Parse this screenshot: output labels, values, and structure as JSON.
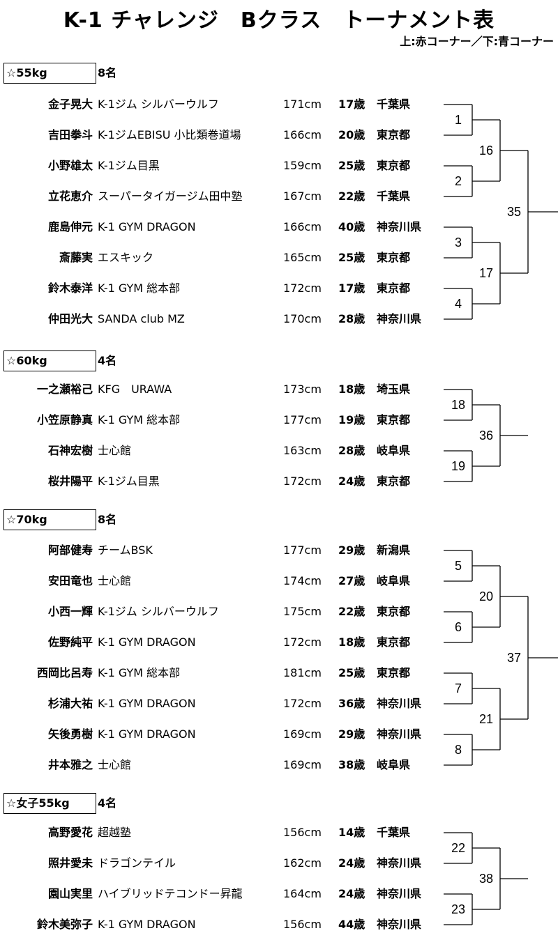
{
  "title": "K-1 チャレンジ　Bクラス　トーナメント表",
  "subtitle": "上:赤コーナー／下:青コーナー",
  "sections": [
    {
      "label": "☆55kg",
      "count": "8名",
      "players": [
        {
          "name": "金子晃大",
          "gym": "K-1ジム シルバーウルフ",
          "height": "171cm",
          "age": "17歳",
          "pref": "千葉県"
        },
        {
          "name": "吉田拳斗",
          "gym": "K-1ジムEBISU 小比類巻道場",
          "height": "166cm",
          "age": "20歳",
          "pref": "東京都"
        },
        {
          "name": "小野雄太",
          "gym": "K-1ジム目黒",
          "height": "159cm",
          "age": "25歳",
          "pref": "東京都"
        },
        {
          "name": "立花恵介",
          "gym": "スーパータイガージム田中塾",
          "height": "167cm",
          "age": "22歳",
          "pref": "千葉県"
        },
        {
          "name": "鹿島伸元",
          "gym": "K-1 GYM DRAGON",
          "height": "166cm",
          "age": "40歳",
          "pref": "神奈川県"
        },
        {
          "name": "斎藤実",
          "gym": "エスキック",
          "height": "165cm",
          "age": "25歳",
          "pref": "東京都"
        },
        {
          "name": "鈴木泰洋",
          "gym": "K-1 GYM 総本部",
          "height": "172cm",
          "age": "17歳",
          "pref": "東京都"
        },
        {
          "name": "仲田光大",
          "gym": "SANDA club MZ",
          "height": "170cm",
          "age": "28歳",
          "pref": "神奈川県"
        }
      ],
      "matches": [
        [
          "1",
          "2",
          "3",
          "4"
        ],
        [
          "16",
          "17"
        ],
        [
          "35"
        ]
      ]
    },
    {
      "label": "☆60kg",
      "count": "4名",
      "players": [
        {
          "name": "一之瀬裕己",
          "gym": "KFG　URAWA",
          "height": "173cm",
          "age": "18歳",
          "pref": "埼玉県"
        },
        {
          "name": "小笠原静真",
          "gym": "K-1 GYM 総本部",
          "height": "177cm",
          "age": "19歳",
          "pref": "東京都"
        },
        {
          "name": "石神宏樹",
          "gym": "士心館",
          "height": "163cm",
          "age": "28歳",
          "pref": "岐阜県"
        },
        {
          "name": "桜井陽平",
          "gym": "K-1ジム目黒",
          "height": "172cm",
          "age": "24歳",
          "pref": "東京都"
        }
      ],
      "matches": [
        [
          "18",
          "19"
        ],
        [
          "36"
        ]
      ]
    },
    {
      "label": "☆70kg",
      "count": "8名",
      "players": [
        {
          "name": "阿部健寿",
          "gym": "チームBSK",
          "height": "177cm",
          "age": "29歳",
          "pref": "新潟県"
        },
        {
          "name": "安田竜也",
          "gym": "士心館",
          "height": "174cm",
          "age": "27歳",
          "pref": "岐阜県"
        },
        {
          "name": "小西一輝",
          "gym": "K-1ジム シルバーウルフ",
          "height": "175cm",
          "age": "22歳",
          "pref": "東京都"
        },
        {
          "name": "佐野純平",
          "gym": "K-1 GYM DRAGON",
          "height": "172cm",
          "age": "18歳",
          "pref": "東京都"
        },
        {
          "name": "西岡比呂寿",
          "gym": "K-1 GYM 総本部",
          "height": "181cm",
          "age": "25歳",
          "pref": "東京都"
        },
        {
          "name": "杉浦大祐",
          "gym": "K-1 GYM DRAGON",
          "height": "172cm",
          "age": "36歳",
          "pref": "神奈川県"
        },
        {
          "name": "矢後勇樹",
          "gym": "K-1 GYM DRAGON",
          "height": "169cm",
          "age": "29歳",
          "pref": "神奈川県"
        },
        {
          "name": "井本雅之",
          "gym": "士心館",
          "height": "169cm",
          "age": "38歳",
          "pref": "岐阜県"
        }
      ],
      "matches": [
        [
          "5",
          "6",
          "7",
          "8"
        ],
        [
          "20",
          "21"
        ],
        [
          "37"
        ]
      ]
    },
    {
      "label": "☆女子55kg",
      "count": "4名",
      "players": [
        {
          "name": "高野愛花",
          "gym": "超越塾",
          "height": "156cm",
          "age": "14歳",
          "pref": "千葉県"
        },
        {
          "name": "照井愛未",
          "gym": "ドラゴンテイル",
          "height": "162cm",
          "age": "24歳",
          "pref": "神奈川県"
        },
        {
          "name": "園山実里",
          "gym": "ハイブリッドテコンドー昇龍",
          "height": "164cm",
          "age": "24歳",
          "pref": "神奈川県"
        },
        {
          "name": "鈴木美弥子",
          "gym": "K-1 GYM DRAGON",
          "height": "156cm",
          "age": "44歳",
          "pref": "神奈川県"
        }
      ],
      "matches": [
        [
          "22",
          "23"
        ],
        [
          "38"
        ]
      ]
    }
  ]
}
